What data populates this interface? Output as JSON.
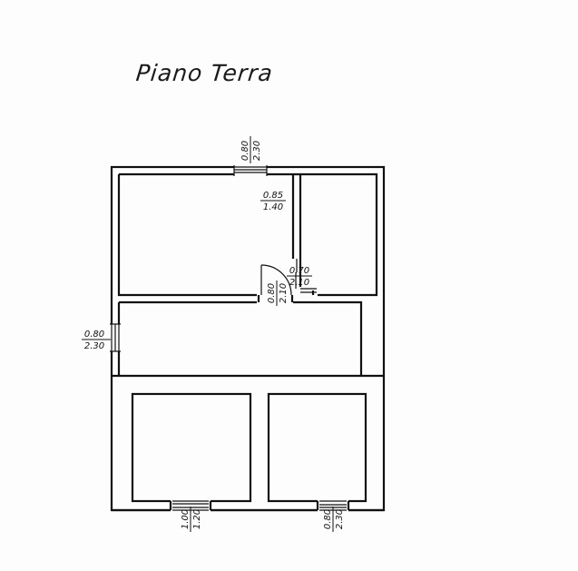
{
  "title": "Piano Terra",
  "openings": {
    "top_window": {
      "width": "0.80",
      "height": "2.30"
    },
    "room_door": {
      "width": "0.85",
      "height": "1.40"
    },
    "small_door": {
      "width": "0.70",
      "height": "2.10"
    },
    "hall_door": {
      "width": "0.80",
      "height": "2.10"
    },
    "left_window": {
      "width": "0.80",
      "height": "2.30"
    },
    "bottom_left_opening": {
      "width": "1.00",
      "height": "1.20"
    },
    "bottom_right_opening": {
      "width": "0.80",
      "height": "2.30"
    }
  }
}
